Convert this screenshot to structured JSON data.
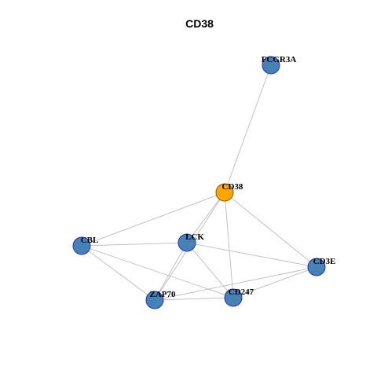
{
  "title": "CD38",
  "colors": {
    "query_node_fill": "#FFA500",
    "query_node_stroke": "#8B5A00",
    "partner_node_fill": "#4682B4",
    "partner_node_stroke": "#1E2FD0",
    "edge": "#B4B4B4"
  },
  "nodes": [
    {
      "id": "CD38",
      "label": "CD38",
      "role": "query"
    },
    {
      "id": "FCGR3A",
      "label": "FCGR3A",
      "role": "partner"
    },
    {
      "id": "LCK",
      "label": "LCK",
      "role": "partner"
    },
    {
      "id": "CBL",
      "label": "CBL",
      "role": "partner"
    },
    {
      "id": "CD3E",
      "label": "CD3E",
      "role": "partner"
    },
    {
      "id": "ZAP70",
      "label": "ZAP70",
      "role": "partner"
    },
    {
      "id": "CD247",
      "label": "CD247",
      "role": "partner"
    }
  ],
  "edges": [
    {
      "source": "FCGR3A",
      "target": "CD38"
    },
    {
      "source": "CD38",
      "target": "CBL"
    },
    {
      "source": "CD38",
      "target": "LCK"
    },
    {
      "source": "CD38",
      "target": "CD3E"
    },
    {
      "source": "CD38",
      "target": "ZAP70"
    },
    {
      "source": "CD38",
      "target": "CD247"
    },
    {
      "source": "CBL",
      "target": "LCK"
    },
    {
      "source": "CBL",
      "target": "ZAP70"
    },
    {
      "source": "CBL",
      "target": "CD247"
    },
    {
      "source": "LCK",
      "target": "CD3E"
    },
    {
      "source": "LCK",
      "target": "ZAP70"
    },
    {
      "source": "LCK",
      "target": "CD247"
    },
    {
      "source": "ZAP70",
      "target": "CD3E"
    },
    {
      "source": "ZAP70",
      "target": "CD247"
    },
    {
      "source": "CD247",
      "target": "CD3E"
    }
  ]
}
